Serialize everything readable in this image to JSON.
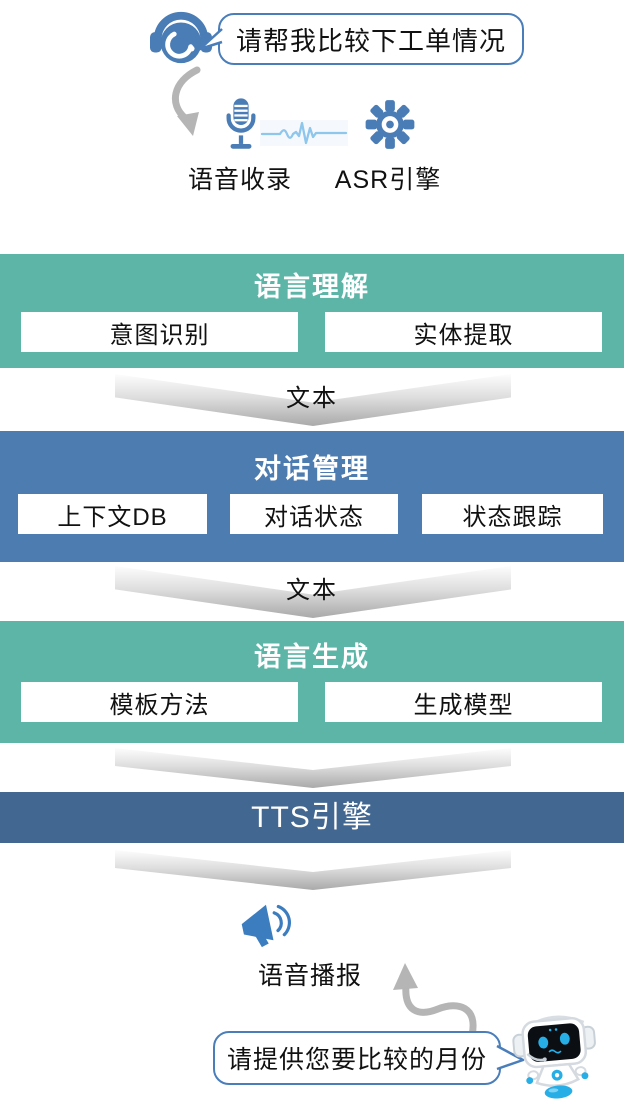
{
  "palette": {
    "green": "#5CB5A7",
    "mid_blue": "#4D7CB0",
    "dark_blue": "#426791",
    "icon_blue": "#4A7CB5",
    "wave_blue": "#8EC6EC",
    "bubble_border": "#4A7EBB",
    "arrow_gray": "#B5B5B5"
  },
  "user_query": {
    "bubble_text": "请帮我比较下工单情况"
  },
  "capture_row": {
    "voice_label": "语音收录",
    "asr_label": "ASR引擎"
  },
  "connector_label": "文本",
  "blocks": {
    "nlu": {
      "title": "语言理解",
      "items": [
        "意图识别",
        "实体提取"
      ]
    },
    "dm": {
      "title": "对话管理",
      "items": [
        "上下文DB",
        "对话状态",
        "状态跟踪"
      ]
    },
    "nlg": {
      "title": "语言生成",
      "items": [
        "模板方法",
        "生成模型"
      ]
    },
    "tts": {
      "title": "TTS引擎"
    }
  },
  "output_row": {
    "broadcast_label": "语音播报"
  },
  "bot_reply": {
    "bubble_text": "请提供您要比较的月份"
  }
}
